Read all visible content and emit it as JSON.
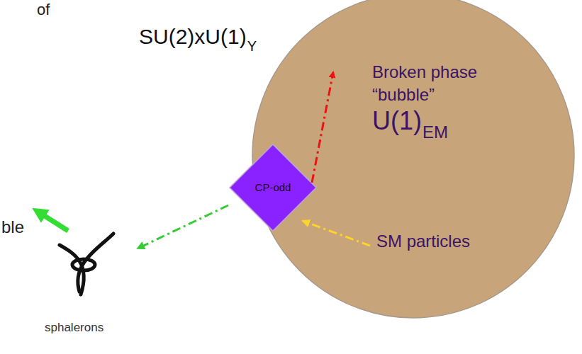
{
  "diagram": {
    "nodes": [
      {
        "text": [
          "Broken phase “bubble”",
          "U(1)",
          "EM",
          "SM particles"
        ]
      },
      {
        "text": [
          "CP-odd"
        ]
      }
    ],
    "labels": [
      "of",
      "SU(2)xU(1)",
      "Y",
      "ble",
      "sphalerons"
    ]
  }
}
